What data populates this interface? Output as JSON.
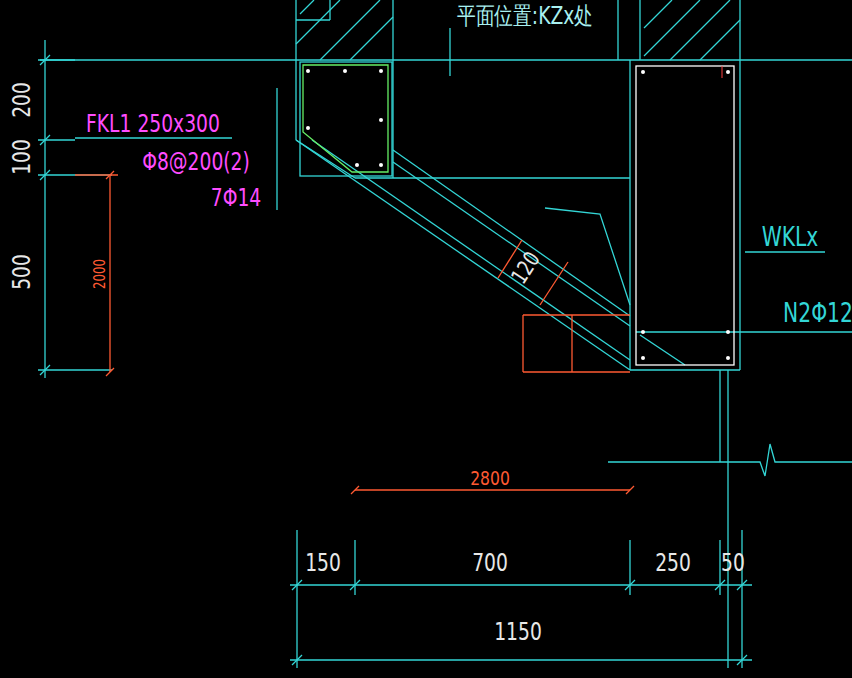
{
  "diagram": {
    "labels": [
      "平面位置:KZx处",
      "200",
      "FKL1 250x300",
      "Φ8@200(2)",
      "7Φ14",
      "100",
      "2000",
      "500",
      "120",
      "WKLx",
      "N2Φ12",
      "2800",
      "150",
      "700",
      "250",
      "50",
      "1150"
    ]
  }
}
